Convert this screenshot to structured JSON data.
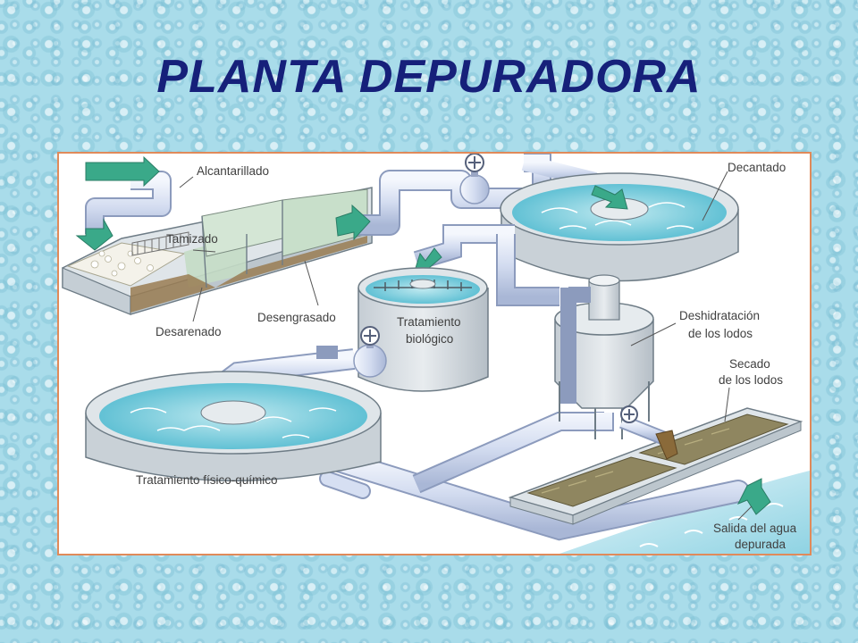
{
  "title": "PLANTA DEPURADORA",
  "labels": {
    "alcantarillado": "Alcantarillado",
    "tamizado": "Tamizado",
    "desarenado": "Desarenado",
    "desengrasado": "Desengrasado",
    "decantado": "Decantado",
    "tratamiento_biologico_1": "Tratamiento",
    "tratamiento_biologico_2": "biológico",
    "deshidratacion_1": "Deshidratación",
    "deshidratacion_2": "de los lodos",
    "secado_1": "Secado",
    "secado_2": "de los lodos",
    "fisico_quimico": "Tratamiento físico-químico",
    "salida_1": "Salida del agua",
    "salida_2": "depurada"
  },
  "colors": {
    "title": "#16207a",
    "background": "#a9dcea",
    "frame_border": "#e08a5a",
    "water": "#5ec3d6",
    "pipe": "#d6dff2",
    "arrow": "#2aa39a"
  }
}
